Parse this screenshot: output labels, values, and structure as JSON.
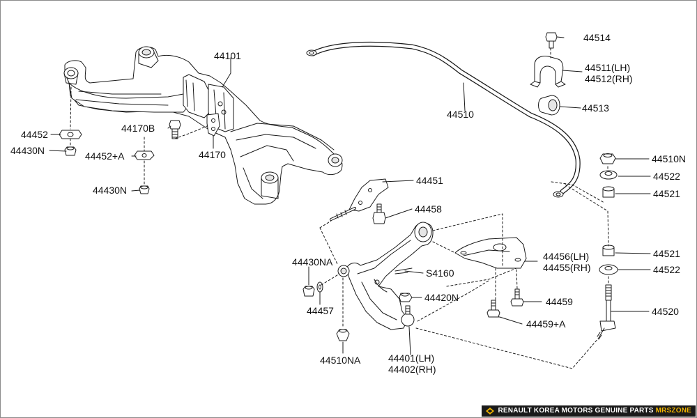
{
  "parts": [
    {
      "id": "subframe",
      "name": "44101"
    },
    {
      "id": "subframe-bolt",
      "name": "44170B"
    },
    {
      "id": "subframe-bracket",
      "name": "44170"
    },
    {
      "id": "subframe-washer",
      "name": "44452"
    },
    {
      "id": "subframe-nut",
      "name": "44430N"
    },
    {
      "id": "subframe-washer-a",
      "name": "44452+A"
    },
    {
      "id": "subframe-nut-2",
      "name": "44430N"
    },
    {
      "id": "stabilizer-bar",
      "name": "44510"
    },
    {
      "id": "stabilizer-bolt",
      "name": "44514"
    },
    {
      "id": "stabilizer-bracket",
      "name": "44511(LH)",
      "name2": "44512(RH)"
    },
    {
      "id": "stabilizer-bushing",
      "name": "44513"
    },
    {
      "id": "stabilizer-nut",
      "name": "44510N"
    },
    {
      "id": "stabilizer-cup-upper",
      "name": "44522"
    },
    {
      "id": "stabilizer-rubber-upper",
      "name": "44521"
    },
    {
      "id": "stabilizer-rubber-lower",
      "name": "44521"
    },
    {
      "id": "stabilizer-cup-lower",
      "name": "44522"
    },
    {
      "id": "stabilizer-link",
      "name": "44520"
    },
    {
      "id": "arm-bracket",
      "name": "44451"
    },
    {
      "id": "arm-bracket-bolt",
      "name": "44458"
    },
    {
      "id": "arm-mount-bracket",
      "name": "44456(LH)",
      "name2": "44455(RH)"
    },
    {
      "id": "arm-mount-bolt",
      "name": "44459"
    },
    {
      "id": "arm-mount-bolt-a",
      "name": "44459+A"
    },
    {
      "id": "arm-nut",
      "name": "44430NA"
    },
    {
      "id": "arm-washer",
      "name": "44457"
    },
    {
      "id": "arm-hose-clip",
      "name": "S4160"
    },
    {
      "id": "ball-joint-nut",
      "name": "44420N"
    },
    {
      "id": "arm-nut-2",
      "name": "44510NA"
    },
    {
      "id": "lower-arm",
      "name": "44401(LH)",
      "name2": "44402(RH)"
    }
  ],
  "footer": {
    "brand_text": "RENAULT KOREA MOTORS GENUINE PARTS",
    "brand_site": "MRSZONE"
  },
  "colors": {
    "line": "#1a1a1a",
    "part_fill": "#ffffff",
    "shade": "#e6e6e6",
    "footer_bg": "#1a1a1a",
    "footer_accent": "#f0b400"
  }
}
